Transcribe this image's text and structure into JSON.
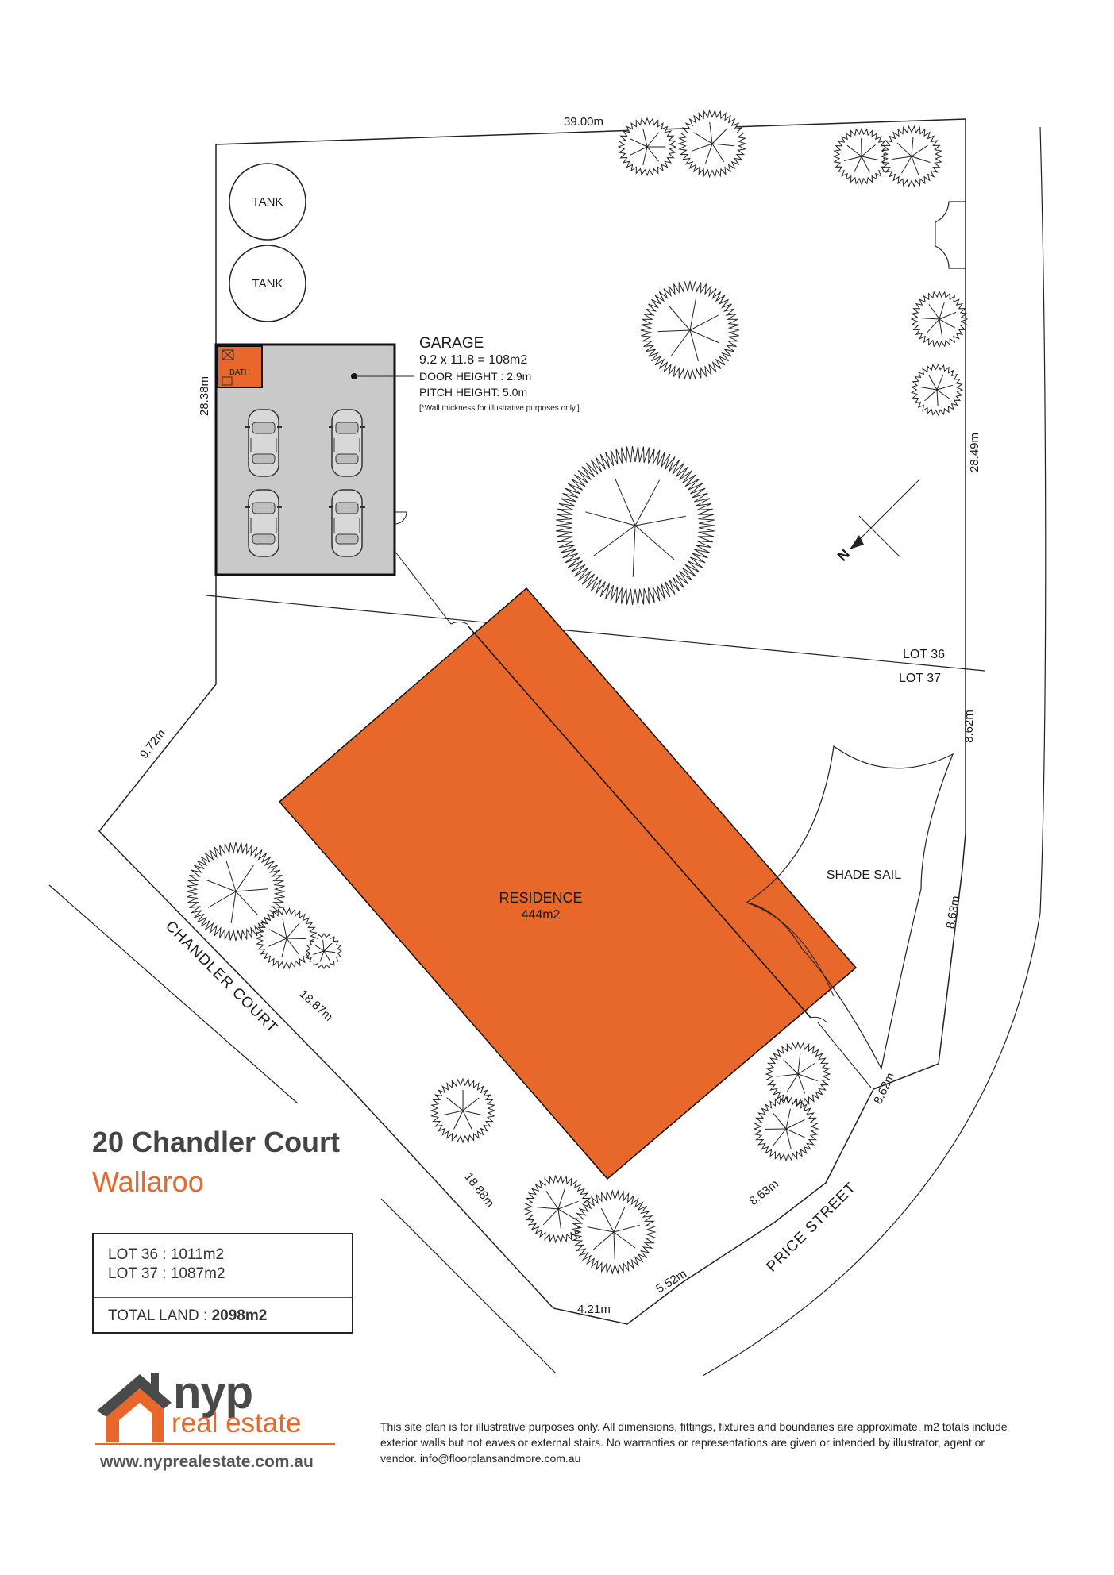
{
  "plan": {
    "tank_labels": [
      "TANK",
      "TANK"
    ],
    "garage": {
      "title": "GARAGE",
      "size": "9.2 x 11.8 = 108m2",
      "door_height": "DOOR HEIGHT : 2.9m",
      "pitch_height": "PITCH HEIGHT: 5.0m",
      "note": "[*Wall thickness for illustrative purposes only.]",
      "bath_label": "BATH"
    },
    "residence": {
      "label": "RESIDENCE",
      "area": "444m2"
    },
    "shade_sail": "SHADE SAIL",
    "lot_36": "LOT 36",
    "lot_37": "LOT 37",
    "north": "N",
    "streets": {
      "chandler": "CHANDLER COURT",
      "price": "PRICE STREET"
    },
    "dimensions": {
      "top": "39.00m",
      "left_side": "28.38m",
      "right_side": "28.49m",
      "right_lower": "8.62m",
      "right_mid": "8.63m",
      "corner_right": "8.62m",
      "front_left": "9.72m",
      "chandler_1": "18.87m",
      "chandler_2": "18.88m",
      "price": "8.63m",
      "corner_bottom_1": "5.52m",
      "corner_bottom_2": "4.21m"
    }
  },
  "property": {
    "address": "20 Chandler Court",
    "suburb": "Wallaroo",
    "lot36": "LOT 36 : 1011m2",
    "lot37": "LOT 37 : 1087m2",
    "total_label": "TOTAL LAND : ",
    "total_value": "2098m2"
  },
  "logo": {
    "brand": "nyp",
    "tagline": "real estate",
    "url": "www.nyprealestate.com.au"
  },
  "disclaimer": "This site plan is for illustrative purposes only. All dimensions, fittings, fixtures and boundaries are approximate. m2 totals include exterior walls but not eaves or external stairs. No warranties or representations are given or intended by illustrator, agent or vendor. info@floorplansandmore.com.au",
  "colors": {
    "accent": "#e8672a",
    "garage_fill": "#c9c9c9",
    "text_dark": "#444444"
  }
}
